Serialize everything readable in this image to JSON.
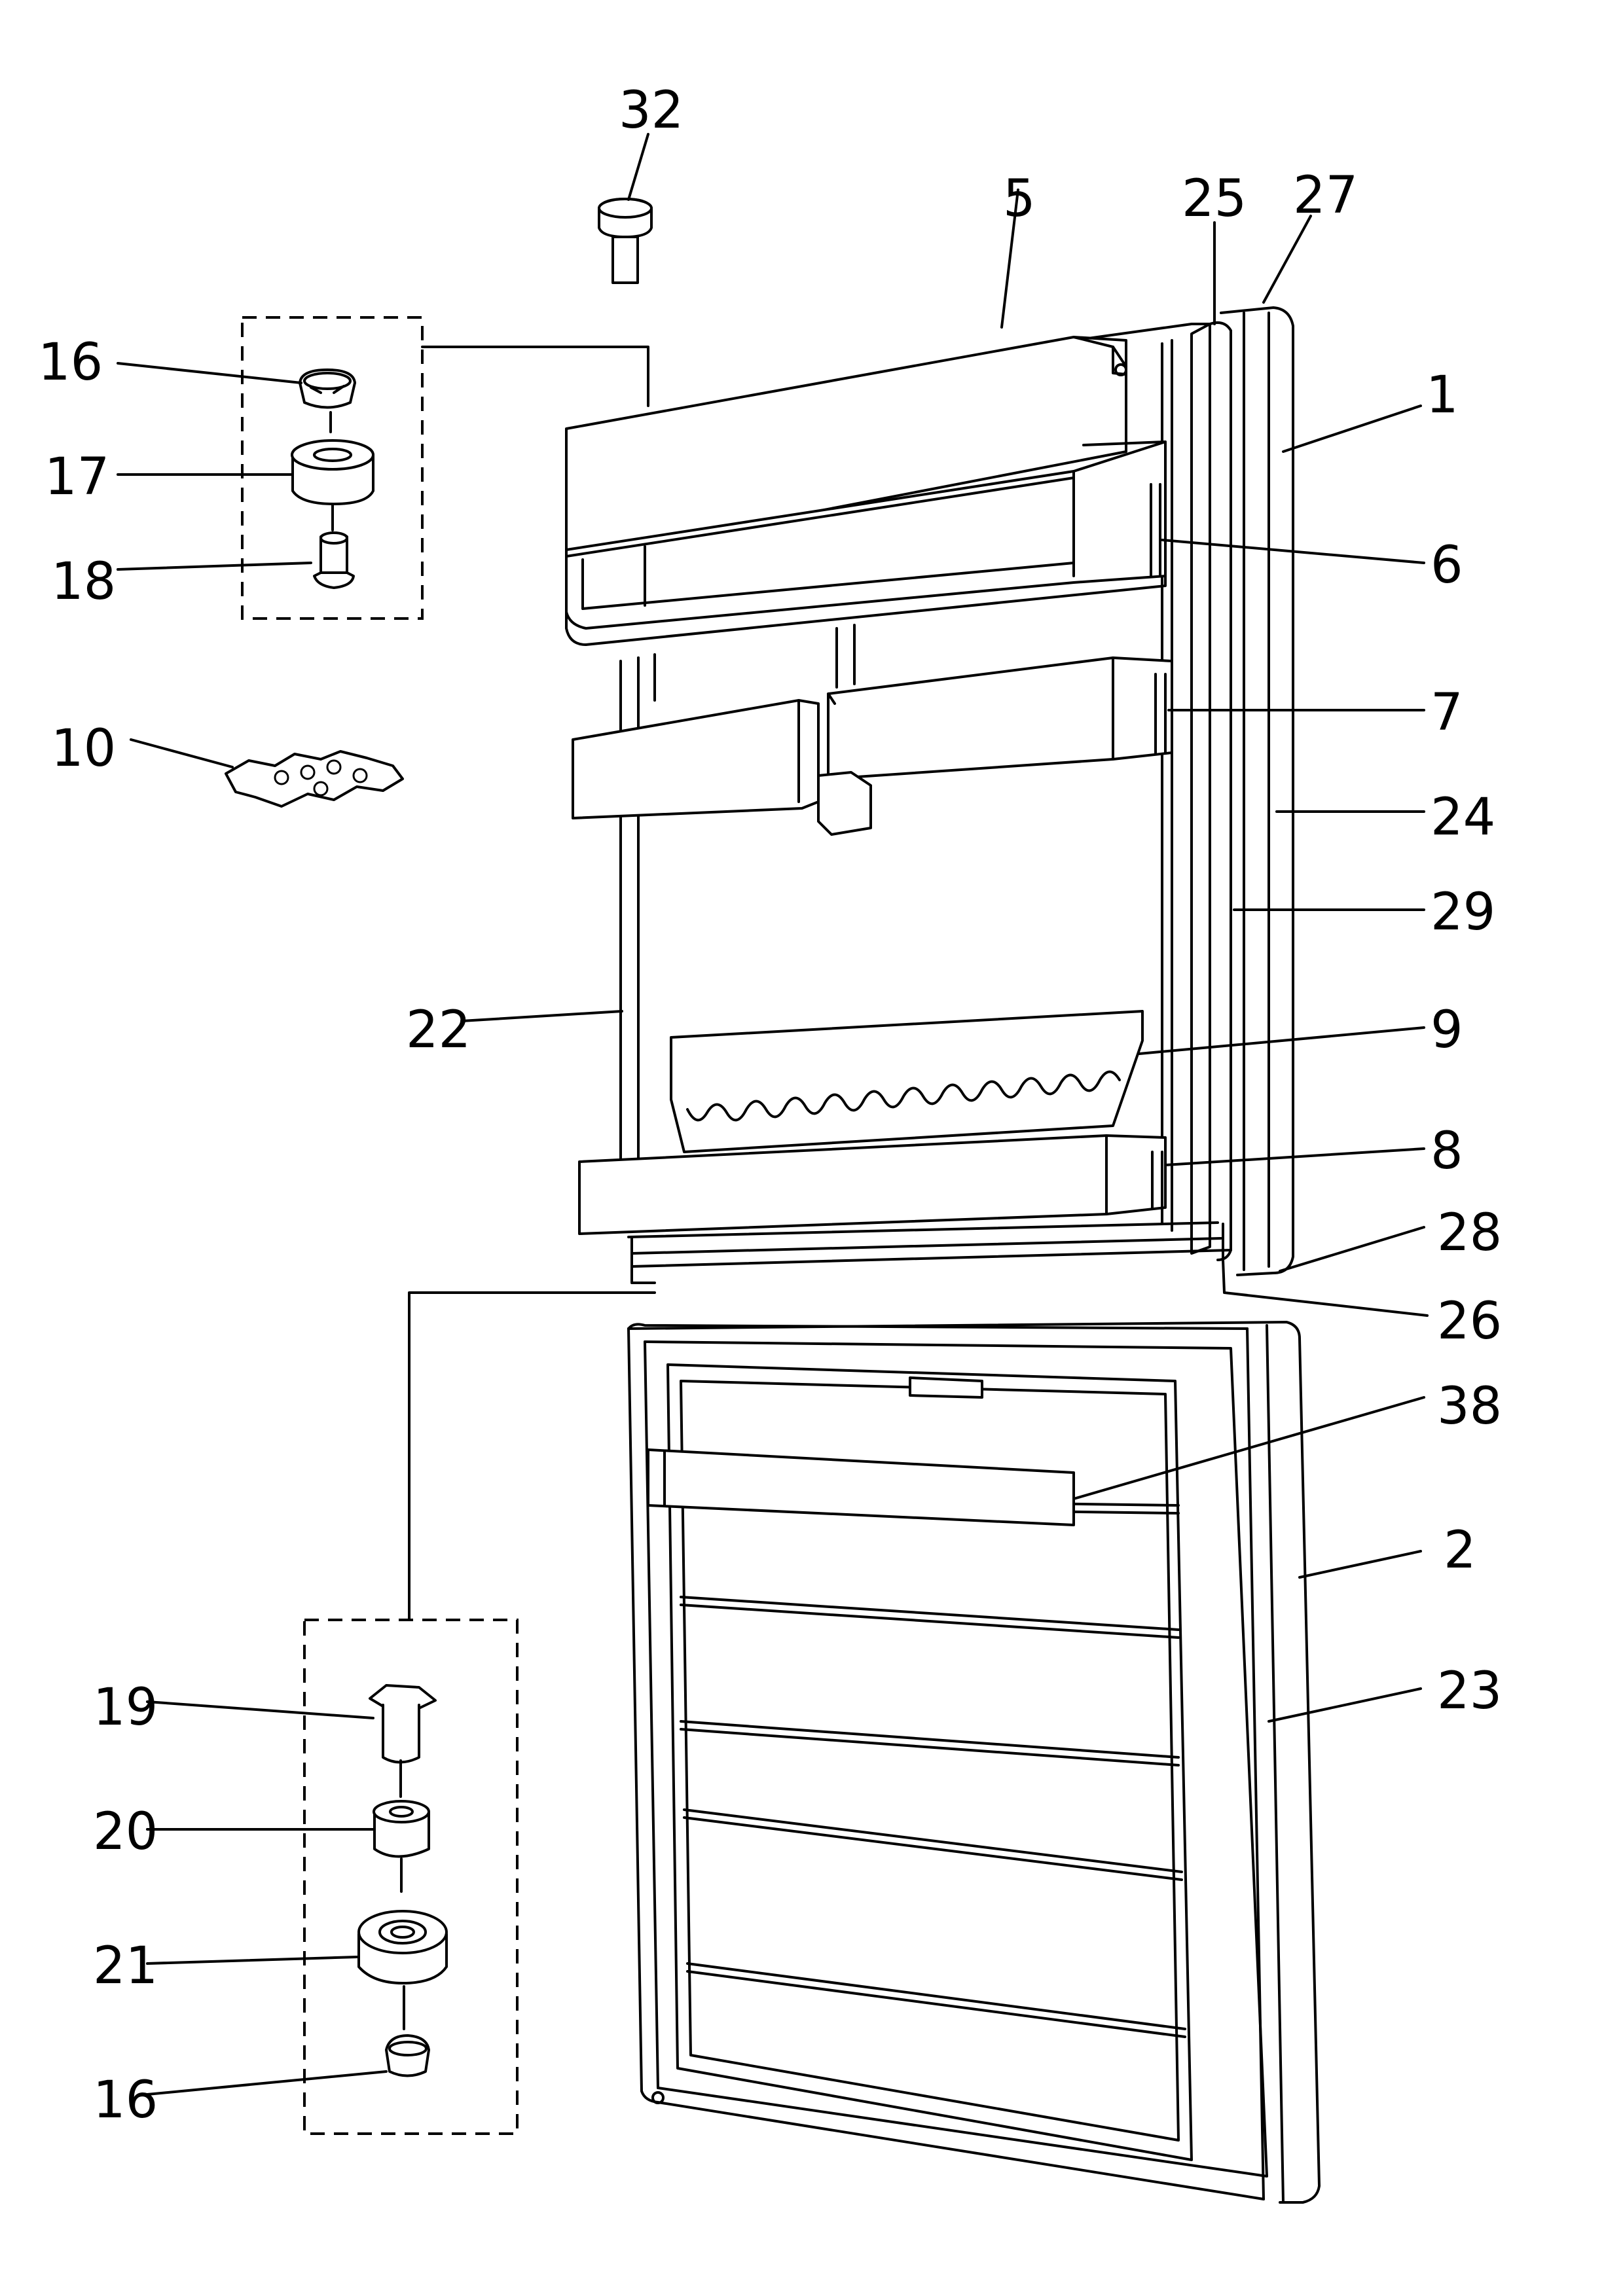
{
  "diagram": {
    "labels": {
      "p32": "32",
      "p5": "5",
      "p25": "25",
      "p27": "27",
      "p1": "1",
      "p16_top": "16",
      "p17": "17",
      "p18": "18",
      "p6": "6",
      "p7": "7",
      "p10": "10",
      "p24": "24",
      "p29": "29",
      "p22": "22",
      "p9": "9",
      "p8": "8",
      "p28": "28",
      "p26": "26",
      "p38": "38",
      "p2": "2",
      "p23": "23",
      "p19": "19",
      "p20": "20",
      "p21": "21",
      "p16_bottom": "16"
    }
  }
}
